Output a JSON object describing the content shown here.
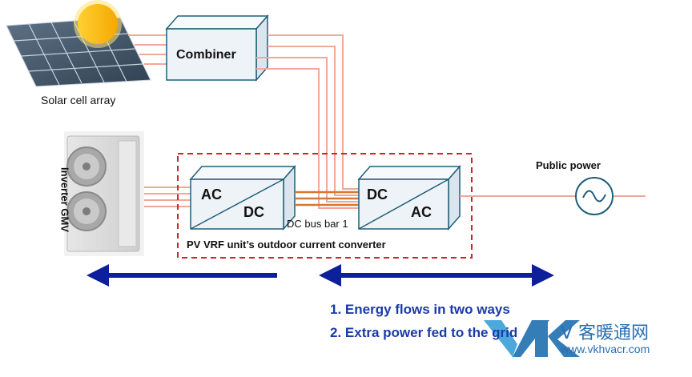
{
  "diagram": {
    "solar": {
      "label": "Solar cell array"
    },
    "combiner": {
      "label": "Combiner"
    },
    "inverter": {
      "label": "Inverter GMV"
    },
    "converter_left": {
      "top": "AC",
      "bottom": "DC"
    },
    "converter_right": {
      "top": "DC",
      "bottom": "AC"
    },
    "dc_bus": {
      "label": "DC bus bar 1"
    },
    "public_power": {
      "label": "Public power",
      "symbol": "~"
    },
    "group": {
      "label": "PV VRF unit’s outdoor current converter"
    },
    "notes": [
      {
        "text": "1. Energy flows in two ways"
      },
      {
        "text": "2. Extra power fed to the grid"
      }
    ]
  },
  "watermark": {
    "logo_text": "VK",
    "site_name": "V 客暖通网",
    "url": "www.vkhvacr.com"
  },
  "colors": {
    "wire": "#f0a898",
    "dc_bus_wire": "#d9782f",
    "group_border": "#d0242c",
    "arrow": "#0d1f9a",
    "note_text": "#1a3aa8",
    "box_face": "#eef3f8",
    "box_edge": "#1f5f78",
    "sun": "#f7b500",
    "panel": "#41576d"
  }
}
